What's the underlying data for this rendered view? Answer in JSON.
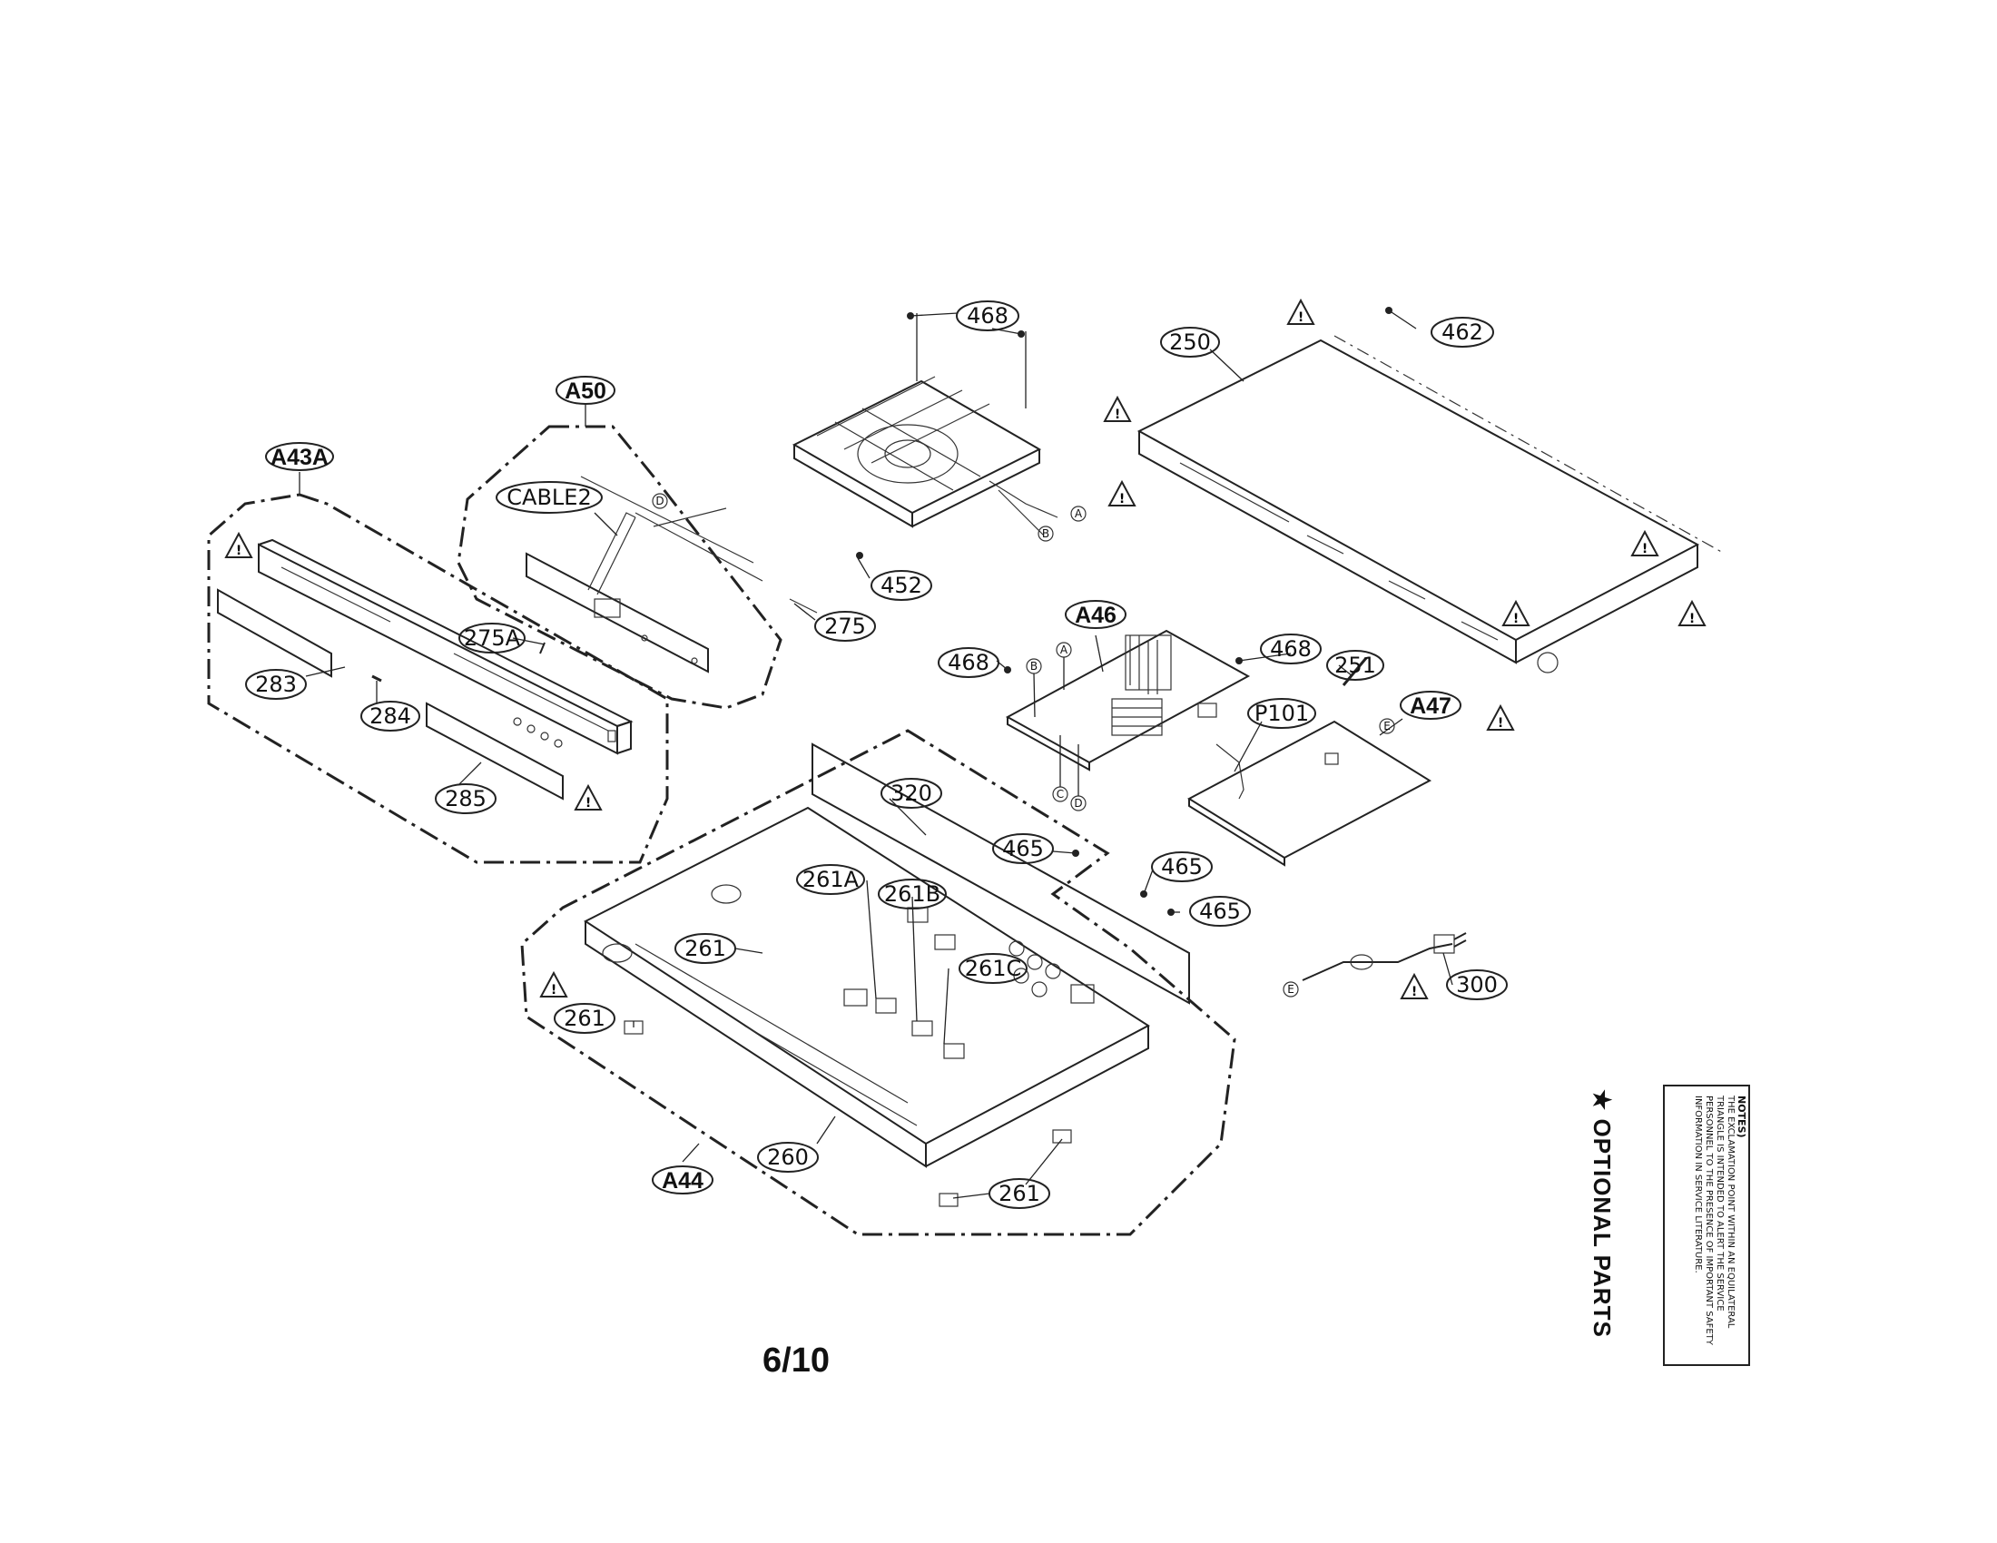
{
  "callouts": {
    "c468a": "468",
    "c462": "462",
    "c250": "250",
    "cA50": "A50",
    "cA43A": "A43A",
    "cCABLE2": "CABLE2",
    "c452": "452",
    "c275": "275",
    "c275A": "275A",
    "c283": "283",
    "c284": "284",
    "c285": "285",
    "cA46": "A46",
    "c468b": "468",
    "c468c": "468",
    "c251": "251",
    "cA47": "A47",
    "cP101": "P101",
    "c320": "320",
    "c465a": "465",
    "c465b": "465",
    "c465c": "465",
    "c261A": "261A",
    "c261B": "261B",
    "c261a": "261",
    "c261C": "261C",
    "c261b": "261",
    "c260": "260",
    "c261c": "261",
    "cA44": "A44",
    "c300": "300"
  },
  "connectors": {
    "A": "A",
    "B": "B",
    "C": "C",
    "D": "D",
    "E": "E"
  },
  "page_number": "6/10",
  "notes": {
    "title": "NOTES)",
    "body": "THE EXCLAMATION POINT WITHIN AN EQUILATERAL TRIANGLE IS INTENDED TO ALERT THE SERVICE PERSONNEL TO THE PRESENCE OF IMPORTANT SAFETY INFORMATION IN SERVICE LITERATURE."
  },
  "optional_parts": "★ OPTIONAL PARTS"
}
